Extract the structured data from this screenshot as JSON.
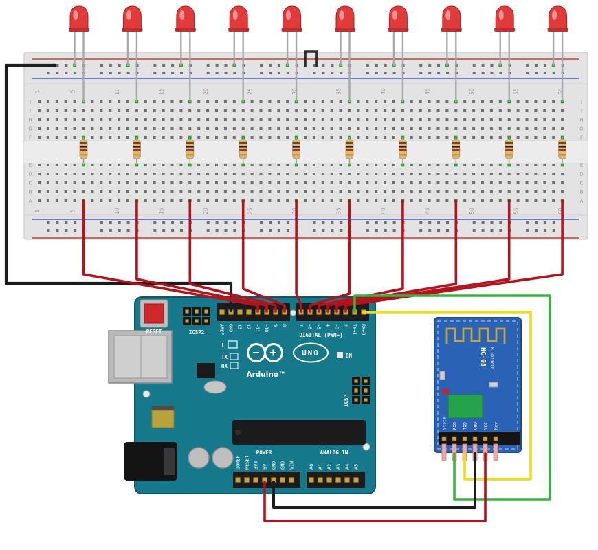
{
  "breadboard": {
    "column_numbers": [
      "1",
      "5",
      "10",
      "15",
      "20",
      "25",
      "30",
      "35",
      "40",
      "45",
      "50",
      "55",
      "60"
    ],
    "row_letters": [
      "J",
      "I",
      "H",
      "G",
      "F",
      "E",
      "D",
      "C",
      "B",
      "A"
    ]
  },
  "arduino": {
    "brand": "Arduino™",
    "model": "UNO",
    "labels": {
      "reset": "RESET",
      "icsp2": "ICSP2",
      "icsp": "ICSP",
      "digital": "DIGITAL (PWM~)",
      "power": "POWER",
      "analog": "ANALOG IN",
      "on": "ON",
      "led_l": "L",
      "led_tx": "TX",
      "led_rx": "RX"
    },
    "digital_pins_left": [
      "AREF",
      "GND",
      "13",
      "12",
      "~11",
      "~10",
      "9",
      "8"
    ],
    "digital_pins_right": [
      "7",
      "~6",
      "~5",
      "4",
      "~3",
      "2",
      "TX→1",
      "RX←0"
    ],
    "power_pins": [
      "IOREF",
      "RESET",
      "3V3",
      "5V",
      "GND",
      "GND",
      "VIN"
    ],
    "analog_pins": [
      "A0",
      "A1",
      "A2",
      "A3",
      "A4",
      "A5"
    ]
  },
  "hc05": {
    "title": "HC-05",
    "subtitle": "Bluetooth",
    "pins": [
      "State",
      "RXD",
      "TXD",
      "GND",
      "VCC",
      "Key"
    ]
  },
  "components": {
    "led_count": 10,
    "resistor_count": 10
  },
  "colors": {
    "board_teal": "#16798b",
    "hc05_blue": "#2a63b5",
    "breadboard": "#e3e3e3",
    "wire_red": "#b5121b",
    "wire_black": "#1c1c1c",
    "wire_green": "#33b63c",
    "wire_yellow": "#efdc18",
    "led_red": "#e03a3a",
    "resistor_body": "#d9b87c",
    "connected_hole": "#1faa1f",
    "hole": "#6f6f6f",
    "gold": "#c9a13f",
    "rail_red": "#cc3a3a",
    "rail_blue": "#4055c8"
  }
}
